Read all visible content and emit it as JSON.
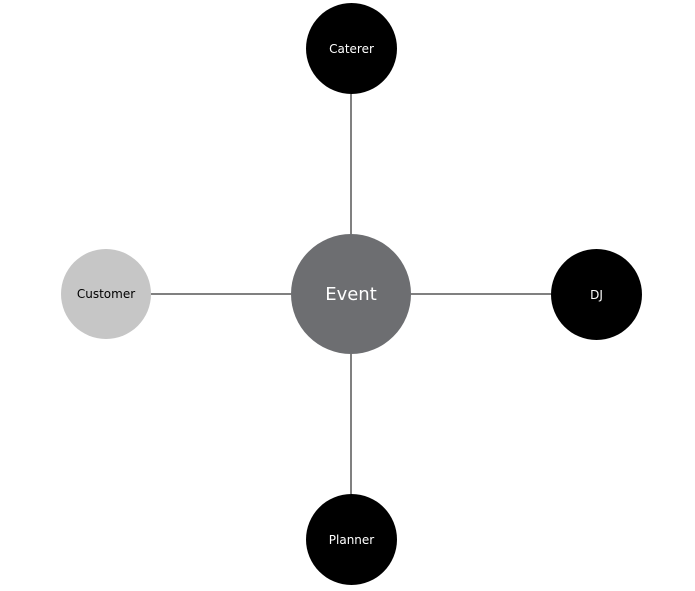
{
  "center": {
    "label": "Event",
    "color": "#6d6e71",
    "text_color": "#ffffff"
  },
  "nodes": {
    "top": {
      "label": "Caterer",
      "color": "#000000",
      "text_color": "#ffffff"
    },
    "right": {
      "label": "DJ",
      "color": "#000000",
      "text_color": "#ffffff"
    },
    "bottom": {
      "label": "Planner",
      "color": "#000000",
      "text_color": "#ffffff"
    },
    "left": {
      "label": "Customer",
      "color": "#c6c6c6",
      "text_color": "#000000"
    }
  },
  "connector_color": "#000000"
}
